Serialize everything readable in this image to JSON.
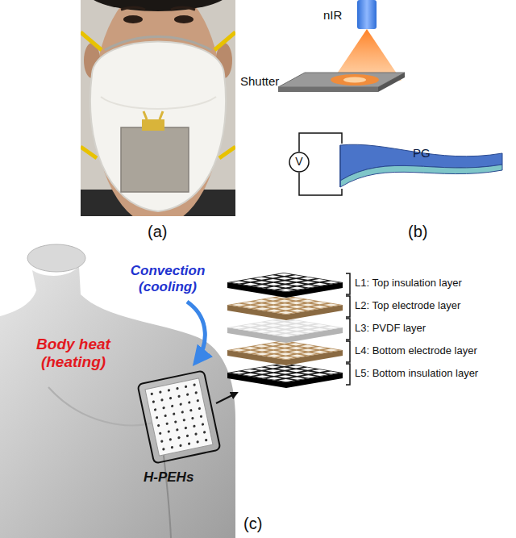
{
  "diagram": {
    "nodes": [
      {
        "text": [
          "V"
        ]
      },
      {
        "text": [
          "PG"
        ]
      }
    ],
    "edges": [
      {
        "from": 0,
        "to": 1,
        "arrow": "none"
      },
      {
        "from": 0,
        "to": 1,
        "arrow": "none"
      }
    ],
    "labels": [
      "(a)",
      "nIR",
      "Shutter",
      "(b)",
      "Body heat (heating)",
      "Convection (cooling)",
      "H-PEHs",
      "L1: Top insulation layer",
      "L2: Top electrode layer",
      "L3: PVDF layer",
      "L4: Bottom electrode layer",
      "L5: Bottom insulation layer",
      "(c)"
    ]
  }
}
